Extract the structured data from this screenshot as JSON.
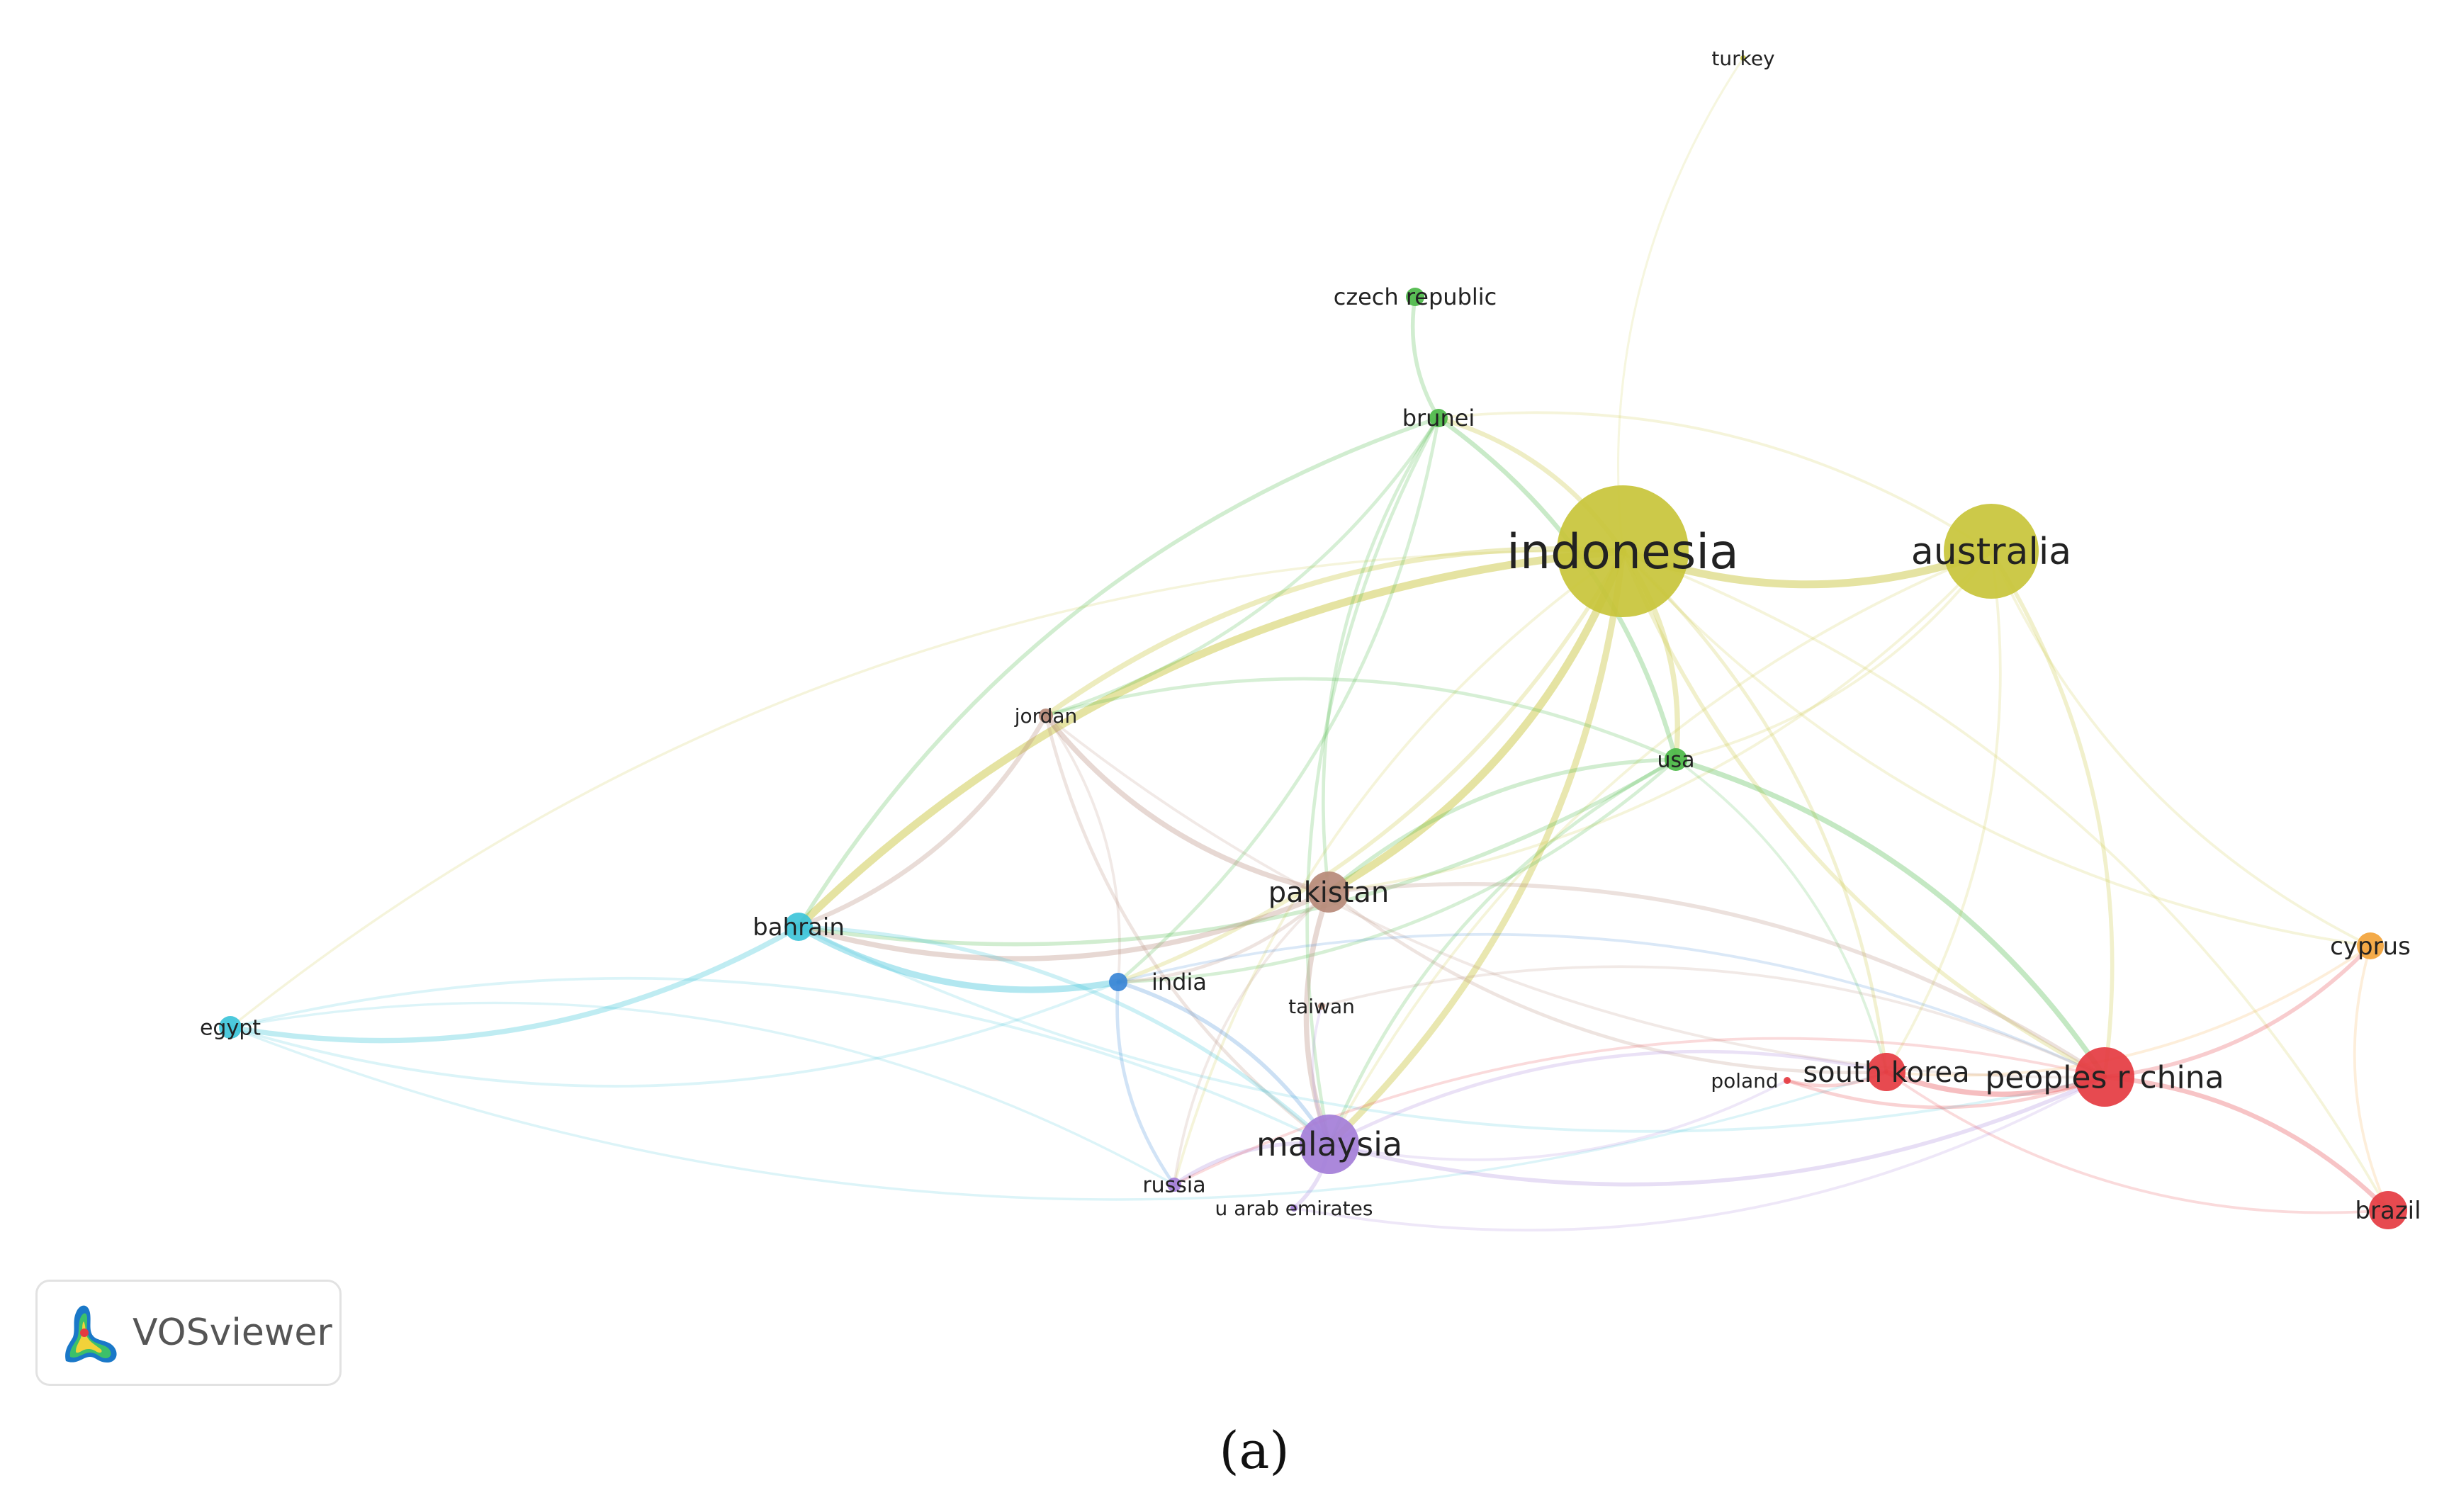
{
  "network": {
    "clusters": {
      "yellow": "#c8c43a",
      "green": "#4cb848",
      "cyan": "#3ec4d9",
      "blue": "#3a86d6",
      "brown": "#b78a7a",
      "purple": "#a47ed8",
      "red": "#e53b41",
      "orange": "#f2a33a"
    },
    "nodes": [
      {
        "id": "indonesia",
        "label": "indonesia",
        "cluster": "yellow",
        "weight": 10
      },
      {
        "id": "australia",
        "label": "australia",
        "cluster": "yellow",
        "weight": 6
      },
      {
        "id": "turkey",
        "label": "turkey",
        "cluster": "yellow",
        "weight": 0.5
      },
      {
        "id": "czech-republic",
        "label": "czech republic",
        "cluster": "green",
        "weight": 1
      },
      {
        "id": "brunei",
        "label": "brunei",
        "cluster": "green",
        "weight": 1
      },
      {
        "id": "usa",
        "label": "usa",
        "cluster": "green",
        "weight": 1.5
      },
      {
        "id": "jordan",
        "label": "jordan",
        "cluster": "brown",
        "weight": 0.8
      },
      {
        "id": "pakistan",
        "label": "pakistan",
        "cluster": "brown",
        "weight": 3
      },
      {
        "id": "bahrain",
        "label": "bahrain",
        "cluster": "cyan",
        "weight": 2
      },
      {
        "id": "egypt",
        "label": "egypt",
        "cluster": "cyan",
        "weight": 1
      },
      {
        "id": "india",
        "label": "india",
        "cluster": "blue",
        "weight": 1
      },
      {
        "id": "taiwan",
        "label": "taiwan",
        "cluster": "brown",
        "weight": 0.5
      },
      {
        "id": "malaysia",
        "label": "malaysia",
        "cluster": "purple",
        "weight": 4.5
      },
      {
        "id": "russia",
        "label": "russia",
        "cluster": "purple",
        "weight": 0.8
      },
      {
        "id": "u-arab-emirates",
        "label": "u arab emirates",
        "cluster": "purple",
        "weight": 0.5
      },
      {
        "id": "poland",
        "label": "poland",
        "cluster": "red",
        "weight": 0.5
      },
      {
        "id": "south-korea",
        "label": "south korea",
        "cluster": "red",
        "weight": 2.2
      },
      {
        "id": "peoples-r-china",
        "label": "peoples r china",
        "cluster": "red",
        "weight": 4.5
      },
      {
        "id": "brazil",
        "label": "brazil",
        "cluster": "red",
        "weight": 2
      },
      {
        "id": "cyprus",
        "label": "cyprus",
        "cluster": "orange",
        "weight": 1.2
      }
    ],
    "links": [
      {
        "source": "indonesia",
        "target": "australia",
        "strength": 5
      },
      {
        "source": "indonesia",
        "target": "turkey",
        "strength": 0.6
      },
      {
        "source": "indonesia",
        "target": "brunei",
        "strength": 2.5
      },
      {
        "source": "indonesia",
        "target": "usa",
        "strength": 3
      },
      {
        "source": "indonesia",
        "target": "jordan",
        "strength": 3
      },
      {
        "source": "indonesia",
        "target": "pakistan",
        "strength": 5
      },
      {
        "source": "indonesia",
        "target": "bahrain",
        "strength": 5
      },
      {
        "source": "indonesia",
        "target": "malaysia",
        "strength": 4
      },
      {
        "source": "indonesia",
        "target": "peoples-r-china",
        "strength": 2
      },
      {
        "source": "indonesia",
        "target": "south-korea",
        "strength": 1.5
      },
      {
        "source": "indonesia",
        "target": "egypt",
        "strength": 0.8
      },
      {
        "source": "indonesia",
        "target": "india",
        "strength": 2
      },
      {
        "source": "indonesia",
        "target": "cyprus",
        "strength": 1
      },
      {
        "source": "indonesia",
        "target": "brazil",
        "strength": 1
      },
      {
        "source": "indonesia",
        "target": "russia",
        "strength": 1
      },
      {
        "source": "australia",
        "target": "peoples-r-china",
        "strength": 2
      },
      {
        "source": "australia",
        "target": "cyprus",
        "strength": 1
      },
      {
        "source": "australia",
        "target": "south-korea",
        "strength": 1
      },
      {
        "source": "australia",
        "target": "malaysia",
        "strength": 1
      },
      {
        "source": "australia",
        "target": "pakistan",
        "strength": 1
      },
      {
        "source": "australia",
        "target": "brunei",
        "strength": 1
      },
      {
        "source": "australia",
        "target": "usa",
        "strength": 1
      },
      {
        "source": "czech-republic",
        "target": "brunei",
        "strength": 2
      },
      {
        "source": "brunei",
        "target": "usa",
        "strength": 2.5
      },
      {
        "source": "brunei",
        "target": "bahrain",
        "strength": 2
      },
      {
        "source": "brunei",
        "target": "jordan",
        "strength": 1.5
      },
      {
        "source": "brunei",
        "target": "pakistan",
        "strength": 1.5
      },
      {
        "source": "brunei",
        "target": "india",
        "strength": 1.5
      },
      {
        "source": "brunei",
        "target": "malaysia",
        "strength": 1.5
      },
      {
        "source": "usa",
        "target": "peoples-r-china",
        "strength": 3
      },
      {
        "source": "usa",
        "target": "pakistan",
        "strength": 2
      },
      {
        "source": "usa",
        "target": "bahrain",
        "strength": 2
      },
      {
        "source": "usa",
        "target": "jordan",
        "strength": 1.5
      },
      {
        "source": "usa",
        "target": "india",
        "strength": 1.5
      },
      {
        "source": "usa",
        "target": "malaysia",
        "strength": 1.5
      },
      {
        "source": "usa",
        "target": "south-korea",
        "strength": 1
      },
      {
        "source": "jordan",
        "target": "pakistan",
        "strength": 3
      },
      {
        "source": "jordan",
        "target": "bahrain",
        "strength": 2.5
      },
      {
        "source": "jordan",
        "target": "malaysia",
        "strength": 1.5
      },
      {
        "source": "jordan",
        "target": "india",
        "strength": 1
      },
      {
        "source": "jordan",
        "target": "peoples-r-china",
        "strength": 1
      },
      {
        "source": "pakistan",
        "target": "bahrain",
        "strength": 3
      },
      {
        "source": "pakistan",
        "target": "malaysia",
        "strength": 3
      },
      {
        "source": "pakistan",
        "target": "peoples-r-china",
        "strength": 2
      },
      {
        "source": "pakistan",
        "target": "south-korea",
        "strength": 1.5
      },
      {
        "source": "pakistan",
        "target": "india",
        "strength": 1.5
      },
      {
        "source": "pakistan",
        "target": "russia",
        "strength": 1
      },
      {
        "source": "bahrain",
        "target": "egypt",
        "strength": 3
      },
      {
        "source": "bahrain",
        "target": "india",
        "strength": 4
      },
      {
        "source": "bahrain",
        "target": "malaysia",
        "strength": 2
      },
      {
        "source": "bahrain",
        "target": "peoples-r-china",
        "strength": 1
      },
      {
        "source": "egypt",
        "target": "malaysia",
        "strength": 1
      },
      {
        "source": "egypt",
        "target": "india",
        "strength": 1
      },
      {
        "source": "egypt",
        "target": "russia",
        "strength": 0.8
      },
      {
        "source": "egypt",
        "target": "south-korea",
        "strength": 0.8
      },
      {
        "source": "india",
        "target": "malaysia",
        "strength": 2
      },
      {
        "source": "india",
        "target": "russia",
        "strength": 1.5
      },
      {
        "source": "india",
        "target": "peoples-r-china",
        "strength": 1
      },
      {
        "source": "malaysia",
        "target": "russia",
        "strength": 2
      },
      {
        "source": "malaysia",
        "target": "u-arab-emirates",
        "strength": 2
      },
      {
        "source": "malaysia",
        "target": "peoples-r-china",
        "strength": 2
      },
      {
        "source": "malaysia",
        "target": "south-korea",
        "strength": 1.5
      },
      {
        "source": "malaysia",
        "target": "poland",
        "strength": 1
      },
      {
        "source": "malaysia",
        "target": "taiwan",
        "strength": 1
      },
      {
        "source": "south-korea",
        "target": "peoples-r-china",
        "strength": 3
      },
      {
        "source": "south-korea",
        "target": "poland",
        "strength": 1.5
      },
      {
        "source": "south-korea",
        "target": "brazil",
        "strength": 1
      },
      {
        "source": "peoples-r-china",
        "target": "brazil",
        "strength": 2.5
      },
      {
        "source": "peoples-r-china",
        "target": "cyprus",
        "strength": 2
      },
      {
        "source": "peoples-r-china",
        "target": "poland",
        "strength": 1.5
      },
      {
        "source": "peoples-r-china",
        "target": "russia",
        "strength": 1
      },
      {
        "source": "cyprus",
        "target": "south-korea",
        "strength": 1
      },
      {
        "source": "cyprus",
        "target": "brazil",
        "strength": 1
      },
      {
        "source": "taiwan",
        "target": "peoples-r-china",
        "strength": 1
      },
      {
        "source": "u-arab-emirates",
        "target": "peoples-r-china",
        "strength": 1
      }
    ]
  },
  "badge": {
    "text": "VOSviewer",
    "icon": "vosviewer-logo-icon"
  },
  "caption": "(a)"
}
